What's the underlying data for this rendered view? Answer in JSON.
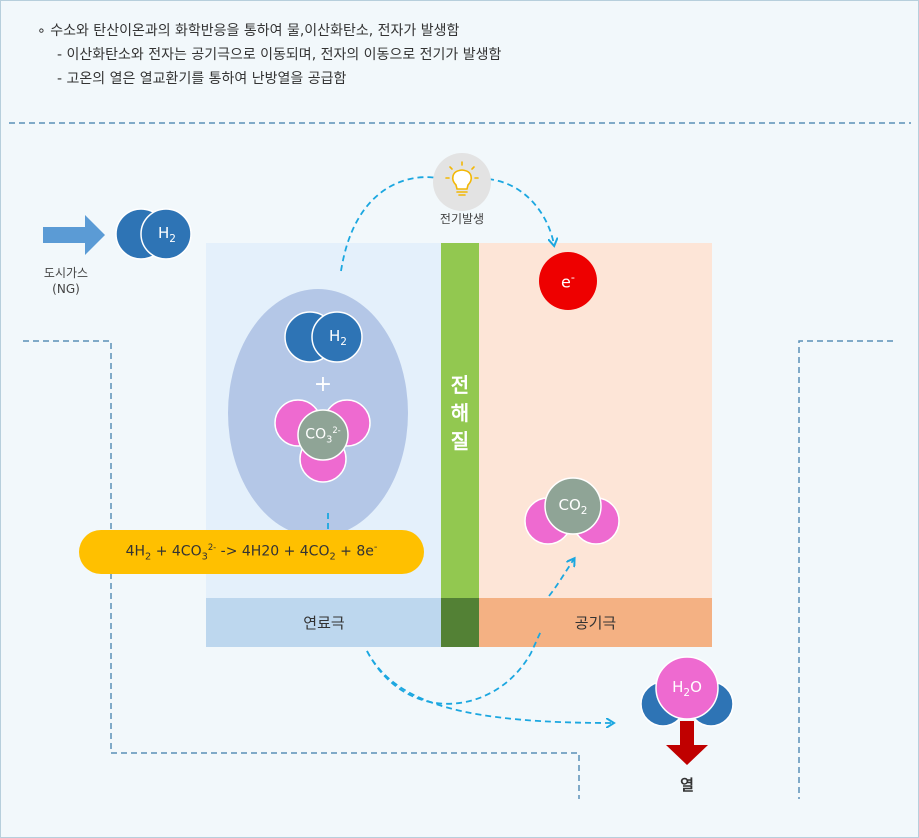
{
  "notes": {
    "main": "수소와 탄산이온과의 화학반응을 통하여 물,이산화탄소, 전자가 발생함",
    "line1": "- 이산화탄소와 전자는 공기극으로 이동되며, 전자의 이동으로 전기가 발생함",
    "line2": "- 고온의 열은 열교환기를 통하여 난방열을 공급함"
  },
  "inlet": {
    "label_line1": "도시가스",
    "label_line2": "(NG)",
    "molecule": "H2"
  },
  "bulb": {
    "label": "전기발생"
  },
  "electrolyte": {
    "label": "전해질"
  },
  "fuel_electrode": {
    "label": "연료극"
  },
  "air_electrode": {
    "label": "공기극"
  },
  "reaction": {
    "equation": "4H2 + 4CO32- -> 4H20 + 4CO2 + 8e-"
  },
  "molecules": {
    "h2": "H2",
    "plus": "+",
    "co3": "CO32-",
    "electron": "e-",
    "co2": "CO2",
    "h2o": "H2O"
  },
  "heat": {
    "label": "열"
  },
  "colors": {
    "hydrogen_blue": "#2e74b5",
    "carbonate_pink": "#ee6ad0",
    "carbon_grey": "#8fa496",
    "electron_red": "#ee0000",
    "electrolyte_green": "#92c850",
    "reaction_yellow": "#ffc000",
    "heat_arrow": "#c00000",
    "dashed_line": "#1ba7e0"
  }
}
